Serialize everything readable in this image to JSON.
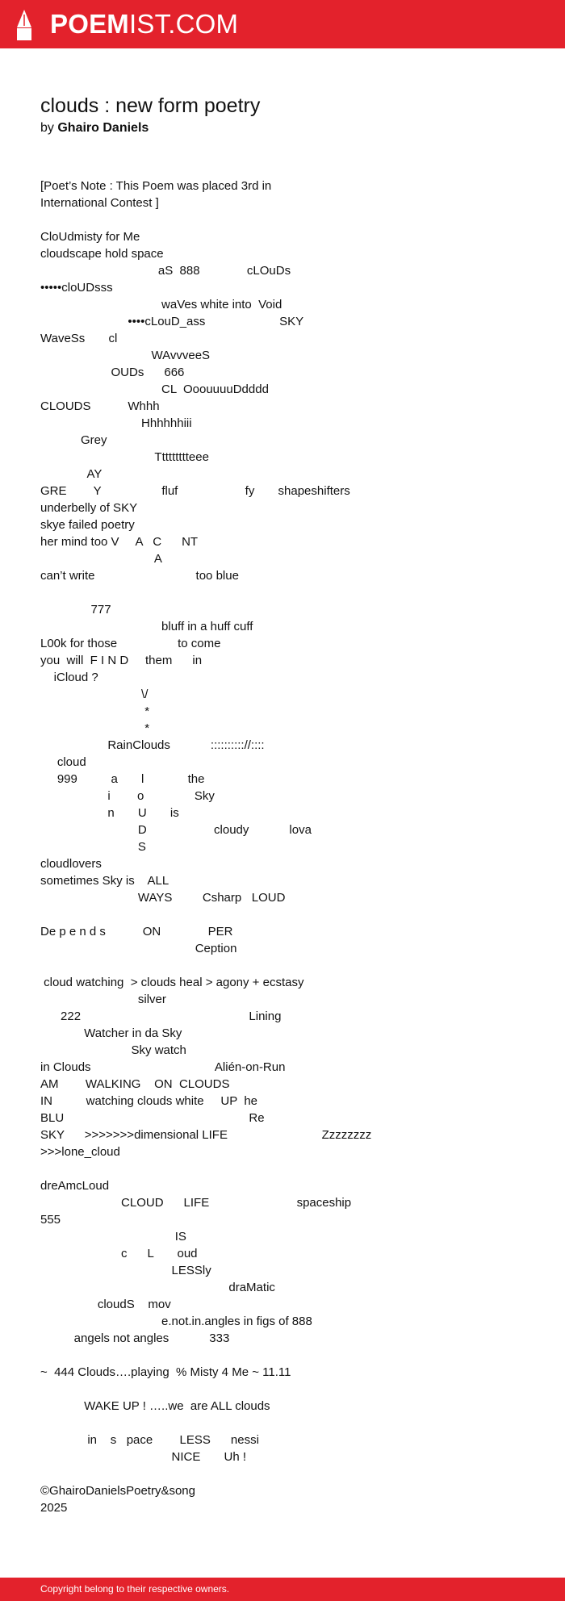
{
  "header": {
    "logo_bold": "POEM",
    "logo_light": "IST.COM",
    "icon": "pencil-nib-icon",
    "brand_color": "#e3222c"
  },
  "poem": {
    "title": "clouds : new form poetry",
    "by_label": "by",
    "author": "Ghairo Daniels",
    "text": "[Poet’s Note : This Poem was placed 3rd in\nInternational Contest ]\n\nCloUdmisty for Me\ncloudscape hold space\n                                   aS  888              cLOuDs\n•••••cloUDsss\n                                    waVes white into  Void\n                          ••••cLouD_ass                      SKY\nWaveSs       cl\n                                 WAvvveeS\n                     OUDs      666\n                                    CL  OoouuuuDdddd\nCLOUDS           Whhh\n                              Hhhhhhiii\n            Grey\n                                  Ttttttttteee\n              AY\nGRE        Y                  fluf                    fy       shapeshifters\nunderbelly of SKY\nskye failed poetry\nher mind too V     A   C      NT\n                                  A\ncan’t write                              too blue\n\n               777\n                                    bluff in a huff cuff\nL00k for those                  to come\nyou  will  F I N D     them      in\n    iCloud ?\n                              \\/\n                               *\n                               *\n                    RainClouds            :::::::::://::::\n     cloud\n     999          a       l             the\n                    i        o               Sky\n                    n       U       is\n                             D                    cloudy            lova\n                             S\ncloudlovers\nsometimes Sky is    ALL\n                             WAYS         Csharp   LOUD\n\nDe p e n d s           ON              PER\n                                              Ception\n\n cloud watching  > clouds heal > agony + ecstasy\n                             silver\n      222                                                  Lining\n             Watcher in da Sky\n                           Sky watch\nin Clouds                                     Alién-on-Run\nAM        WALKING    ON  CLOUDS\nIN          watching clouds white     UP  he\nBLU                                                       Re\nSKY      >>>>>>>dimensional LIFE                            Zzzzzzzz\n>>>lone_cloud\n\ndreAmcLoud\n                        CLOUD      LIFE                          spaceship\n555\n                                        IS\n                        c      L       oud\n                                       LESSly\n                                                        draMatic\n                 cloudS    mov\n                                    e.not.in.angles in figs of 888\n          angels not angles            333\n\n~  444 Clouds….playing  % Misty 4 Me ~ 11.11\n\n             WAKE UP ! …..we  are ALL clouds\n\n              in    s   pace        LESS      nessi\n                                       NICE       Uh !\n\n©GhairoDanielsPoetry&song\n2025"
  },
  "footer": {
    "text": "Copyright belong to their respective owners."
  }
}
